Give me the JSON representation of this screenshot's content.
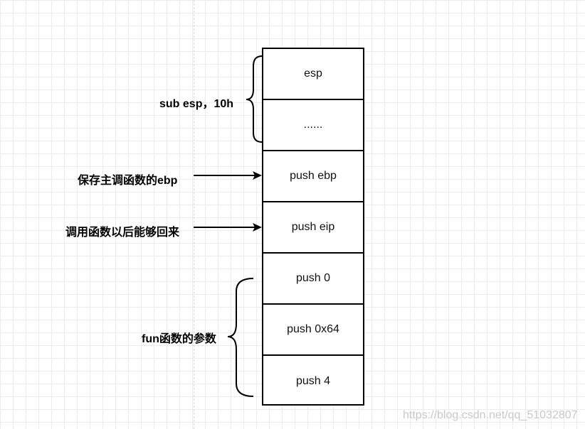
{
  "stack": {
    "cells": [
      "esp",
      "......",
      "push ebp",
      "push eip",
      "push 0",
      "push 0x64",
      "push 4"
    ]
  },
  "labels": {
    "sub_esp": "sub esp，10h",
    "save_ebp": "保存主调函数的ebp",
    "return_after_call": "调用函数以后能够回来",
    "fun_params": "fun函数的参数"
  },
  "watermark": "https://blog.csdn.net/qq_51032807"
}
